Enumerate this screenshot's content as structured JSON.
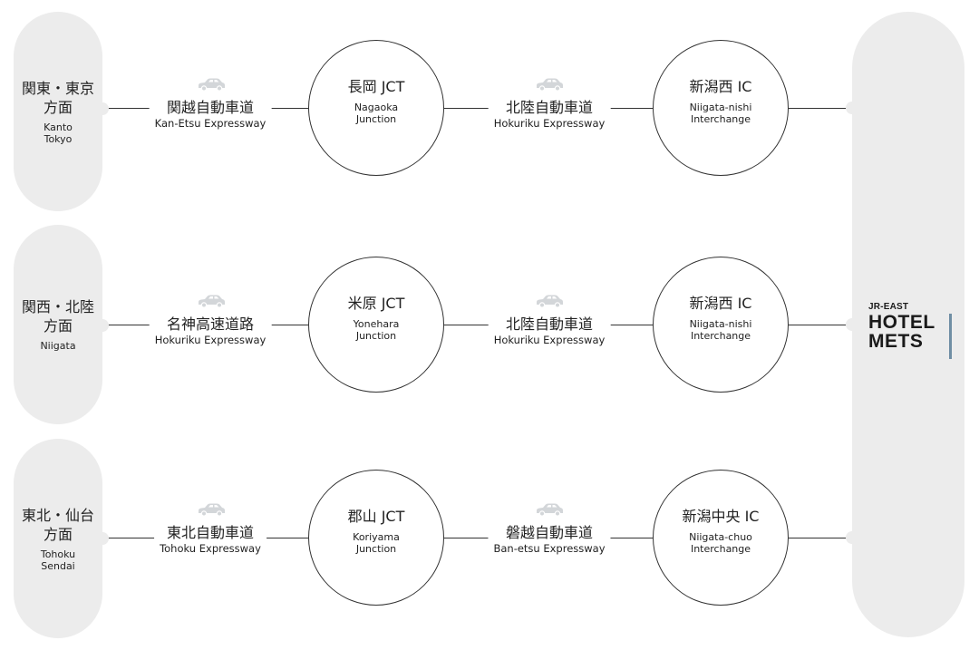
{
  "routes": [
    {
      "origin": {
        "ja": "関東・東京方面",
        "en": "Kanto\nTokyo"
      },
      "road1": {
        "ja": "関越自動車道",
        "en": "Kan-Etsu Expressway"
      },
      "junction": {
        "ja": "長岡 JCT",
        "en": "Nagaoka\nJunction"
      },
      "road2": {
        "ja": "北陸自動車道",
        "en": "Hokuriku Expressway"
      },
      "interchange": {
        "ja": "新潟西 IC",
        "en": "Niigata-nishi\nInterchange"
      }
    },
    {
      "origin": {
        "ja": "関西・北陸方面",
        "en": "Niigata"
      },
      "road1": {
        "ja": "名神高速道路",
        "en": "Hokuriku Expressway"
      },
      "junction": {
        "ja": "米原 JCT",
        "en": "Yonehara\nJunction"
      },
      "road2": {
        "ja": "北陸自動車道",
        "en": "Hokuriku Expressway"
      },
      "interchange": {
        "ja": "新潟西 IC",
        "en": "Niigata-nishi\nInterchange"
      }
    },
    {
      "origin": {
        "ja": "東北・仙台方面",
        "en": "Tohoku\nSendai"
      },
      "road1": {
        "ja": "東北自動車道",
        "en": "Tohoku Expressway"
      },
      "junction": {
        "ja": "郡山 JCT",
        "en": "Koriyama\nJunction"
      },
      "road2": {
        "ja": "磐越自動車道",
        "en": "Ban-etsu  Expressway"
      },
      "interchange": {
        "ja": "新潟中央 IC",
        "en": "Niigata-chuo\nInterchange"
      }
    }
  ],
  "destination": {
    "logo_small": "JR-EAST",
    "logo_line1": "HOTEL",
    "logo_line2": "METS"
  },
  "icons": {
    "car": "car-icon"
  },
  "colors": {
    "pill": "#ececec",
    "line": "#333333",
    "car": "#d3d6d9",
    "logo_bar": "#6f8ea4"
  }
}
